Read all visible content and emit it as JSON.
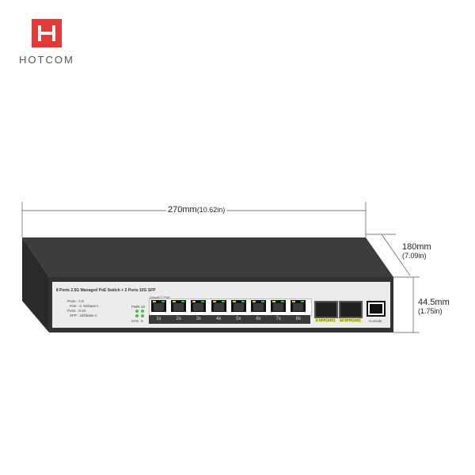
{
  "logo": {
    "text": "HOTCOM",
    "color": "#e53935"
  },
  "dimensions": {
    "width": {
      "mm": "270mm",
      "in": "(10.62in)"
    },
    "depth": {
      "mm": "180mm",
      "in": "(7.09in)"
    },
    "height": {
      "mm": "44.5mm",
      "in": "(1.75in)"
    }
  },
  "panel": {
    "title": "8 Ports 2.5G  Managed PoE Switch + 2 Ports 10G SFP",
    "specs": [
      "Ports : 1-8",
      "PoE : 2. 5Gbase-t",
      "Ports : 9-10",
      "SFP : 10Gbase-x"
    ],
    "led_labels": [
      "PWR",
      "10",
      "SYS",
      "9"
    ],
    "port_header": [
      "Link/ACT",
      "PoE"
    ],
    "ports": [
      "1x",
      "2x",
      "3x",
      "4x",
      "5x",
      "6x",
      "7x",
      "8x"
    ],
    "sfp": [
      "9 SFP(10G)",
      "10 SFP(10G)"
    ],
    "console": "Console"
  }
}
